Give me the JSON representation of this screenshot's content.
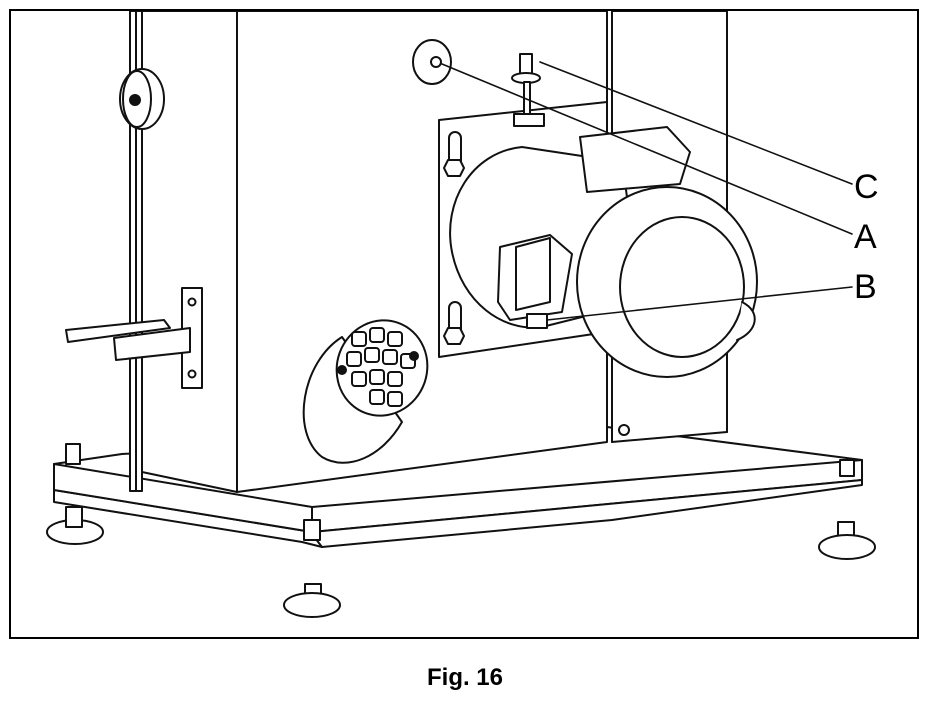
{
  "figure": {
    "callouts": [
      {
        "id": "C",
        "label": "C"
      },
      {
        "id": "A",
        "label": "A"
      },
      {
        "id": "B",
        "label": "B"
      }
    ],
    "caption": "Fig. 16"
  }
}
